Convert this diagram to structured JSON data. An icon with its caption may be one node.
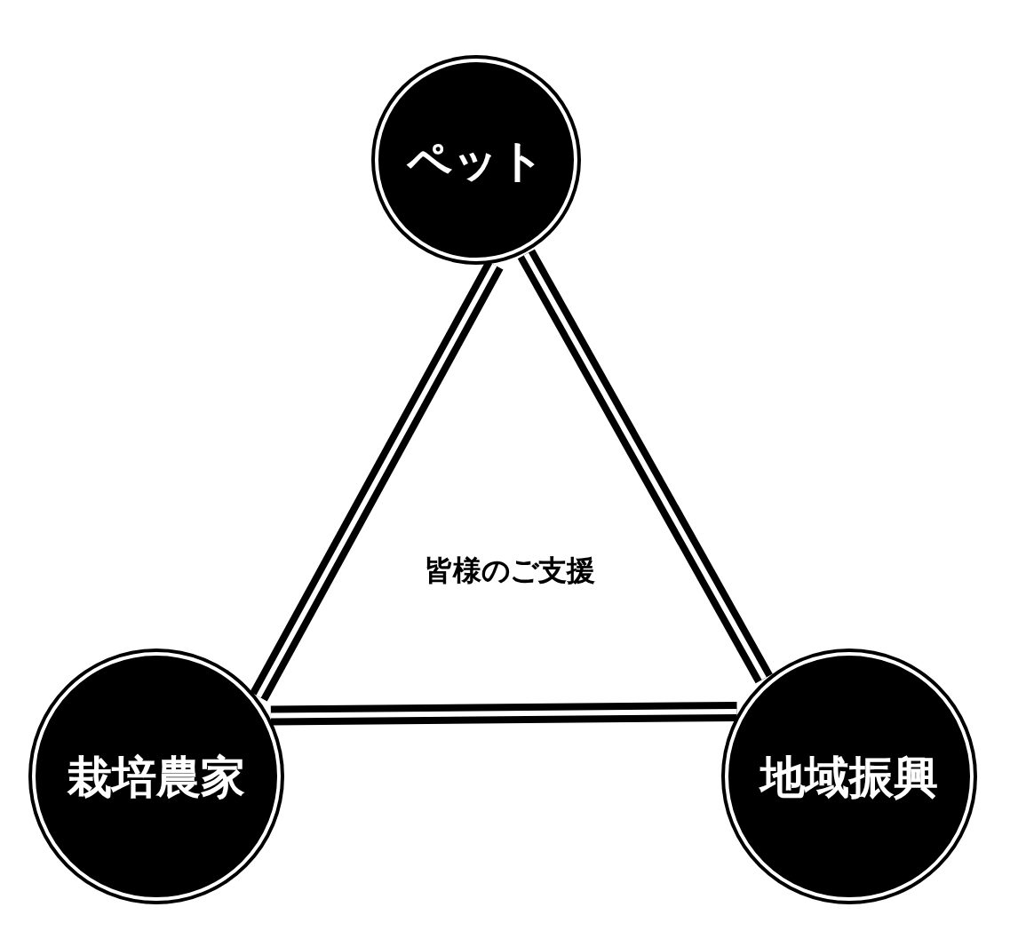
{
  "diagram": {
    "nodes": [
      {
        "text": [
          "ペット"
        ]
      },
      {
        "text": [
          "栽培農家"
        ]
      },
      {
        "text": [
          "地域振興"
        ]
      }
    ],
    "edges": [
      {
        "from": 0,
        "to": 1,
        "arrow": "none"
      },
      {
        "from": 0,
        "to": 2,
        "arrow": "none"
      },
      {
        "from": 1,
        "to": 2,
        "arrow": "none"
      }
    ],
    "labels": [
      "皆様のご支援"
    ]
  }
}
